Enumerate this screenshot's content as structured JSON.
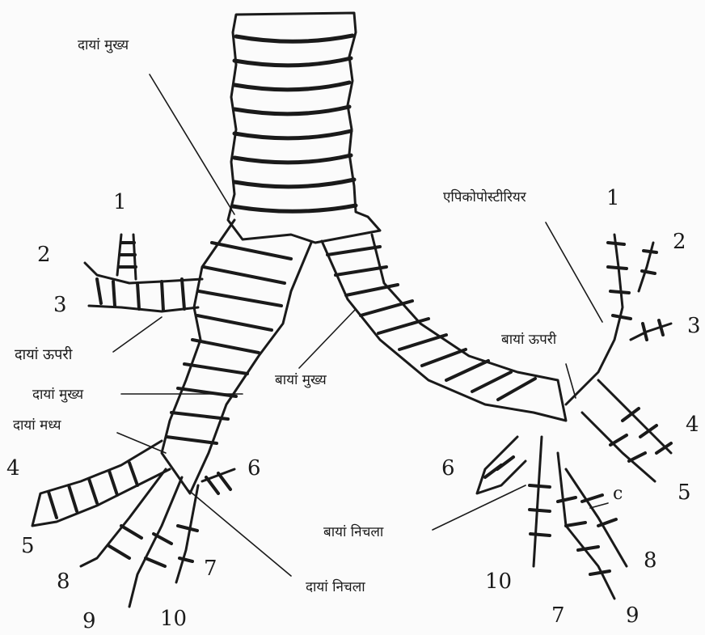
{
  "labels": {
    "right_main_top": "दायां मुख्य",
    "right_upper": "दायां ऊपरी",
    "right_main_mid": "दायां मुख्य",
    "right_middle": "दायां मध्य",
    "right_lower": "दायां निचला",
    "left_main": "बायां मुख्य",
    "left_upper": "बायां ऊपरी",
    "left_lower": "बायां निचला",
    "apicoposterior": "एपिकोपोस्टीरियर",
    "segment_c": "c"
  },
  "segments": {
    "right": [
      "1",
      "2",
      "3",
      "4",
      "5",
      "6",
      "7",
      "8",
      "9",
      "10"
    ],
    "left": [
      "1",
      "2",
      "3",
      "4",
      "5",
      "6",
      "7",
      "8",
      "9",
      "10"
    ]
  },
  "colors": {
    "ink": "#1a1a1a",
    "paper": "#fbfbfb"
  }
}
